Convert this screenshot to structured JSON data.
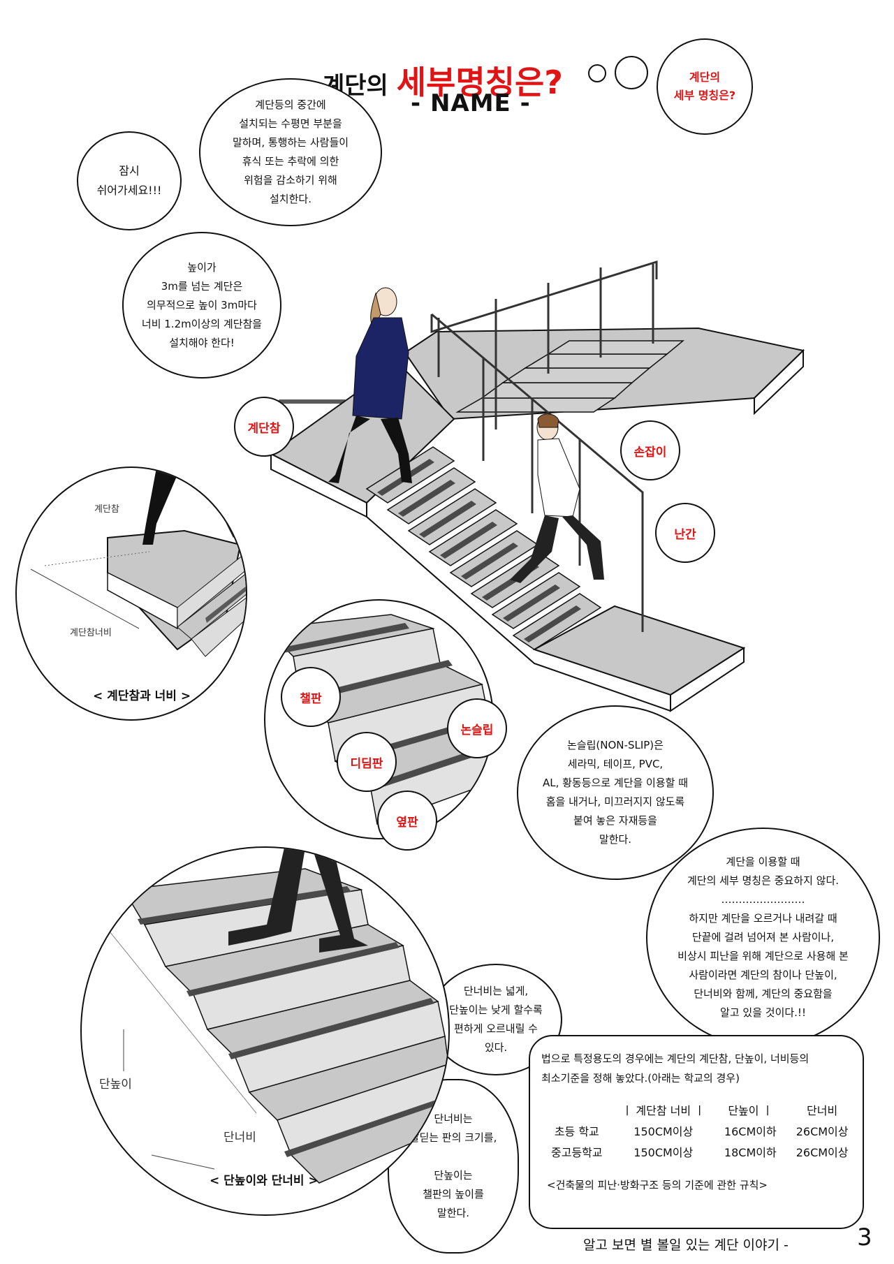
{
  "title": {
    "part1": "계단의 ",
    "part2": "세부명칭은?",
    "subtitle": "- NAME -"
  },
  "thought_bubble": "계단의\n세부 명칭은?",
  "bubbles": {
    "rest": "잠시\n쉬어가세요!!!",
    "landing_def": "계단등의 중간에\n설치되는 수평면 부분을\n말하며, 통행하는 사람들이\n휴식 또는 추락에 의한\n위험을 감소하기 위해\n설치한다.",
    "landing_rule": "높이가\n3m를 넘는 계단은\n의무적으로 높이 3m마다\n너비 1.2m이상의 계단참을\n설치해야 한다!",
    "nonslip": "논슬립(NON-SLIP)은\n세라믹, 테이프, PVC,\nAL, 황동등으로 계단을 이용할 때\n홈을 내거나, 미끄러지지 않도록\n붙여 놓은 자재등을\n말한다.",
    "importance": "계단을 이용할 때\n계단의 세부 명칭은 중요하지 않다.\n……………………\n하지만 계단을 오르거나 내려갈 때\n단끝에 걸려 넘어져 본 사람이나,\n비상시 피난을 위해 계단으로 사용해 본\n사람이라면 계단의 참이나 단높이,\n단너비와 함께, 계단의 중요함을\n알고 있을 것이다.!!",
    "tread_riser_tip": "단너비는 넓게,\n단높이는 낮게 할수록\n편하게 오르내릴 수\n있다.",
    "tread_riser_def": "단너비는\n발딛는 판의 크기를,\n\n단높이는\n챌판의 높이를\n말한다."
  },
  "tags": {
    "landing": "계단참",
    "handrail": "손잡이",
    "baluster": "난간",
    "riser": "챌판",
    "nonslip": "논슬립",
    "tread": "디딤판",
    "stringer": "옆판"
  },
  "diagram_labels": {
    "landing": "계단참",
    "landing_width": "계단참너비",
    "riser_height": "단높이",
    "tread_width": "단너비"
  },
  "captions": {
    "landing_width": "< 계단참과 너비 >",
    "riser_tread": "< 단높이와 단너비 >"
  },
  "legal": {
    "intro": "법으로 특정용도의 경우에는 계단의 계단참, 단높이, 너비등의\n최소기준을 정해 놓았다.(아래는 학교의 경우)",
    "headers": [
      "",
      "계단참 너비",
      "단높이",
      "단너비"
    ],
    "rows": [
      [
        "초등 학교",
        "150CM이상",
        "16CM이하",
        "26CM이상"
      ],
      [
        "중고등학교",
        "150CM이상",
        "18CM이하",
        "26CM이상"
      ]
    ],
    "source": "<건축물의 피난·방화구조 등의 기준에 관한 규칙>"
  },
  "footer": {
    "text": "알고 보면 별 볼일 있는 계단 이야기 -",
    "page": "3"
  },
  "colors": {
    "accent": "#e01414",
    "step_gray": "#c8c8c8",
    "nonslip_gray": "#5a5a5a",
    "coat_navy": "#1c2466"
  }
}
